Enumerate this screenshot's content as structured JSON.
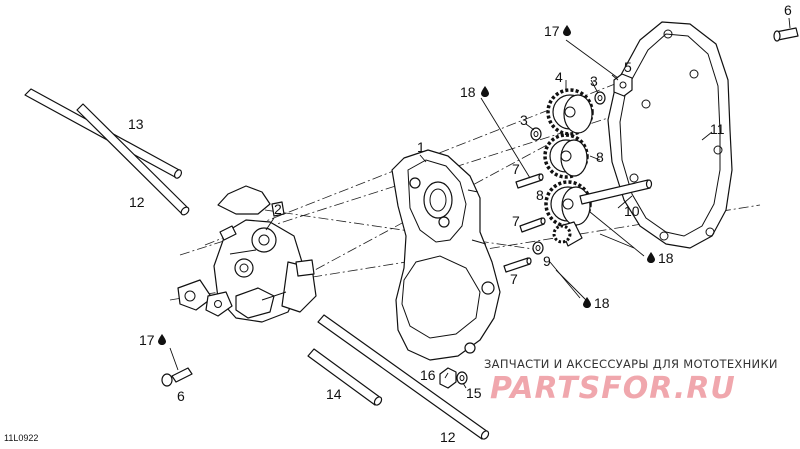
{
  "diagram_code": "11L0922",
  "watermark": {
    "caption": "ЗАПЧАСТИ И АКСЕССУАРЫ ДЛЯ МОТОТЕХНИКИ",
    "brand": "PARTSFOR.RU"
  },
  "callouts": [
    {
      "id": "c1",
      "text": "1"
    },
    {
      "id": "c2",
      "text": "2"
    },
    {
      "id": "c3a",
      "text": "3"
    },
    {
      "id": "c3b",
      "text": "3"
    },
    {
      "id": "c4",
      "text": "4"
    },
    {
      "id": "c5",
      "text": "5"
    },
    {
      "id": "c6a",
      "text": "6"
    },
    {
      "id": "c6b",
      "text": "6"
    },
    {
      "id": "c7a",
      "text": "7"
    },
    {
      "id": "c7b",
      "text": "7"
    },
    {
      "id": "c7c",
      "text": "7"
    },
    {
      "id": "c8a",
      "text": "8"
    },
    {
      "id": "c8b",
      "text": "8"
    },
    {
      "id": "c9",
      "text": "9"
    },
    {
      "id": "c10",
      "text": "10"
    },
    {
      "id": "c11",
      "text": "11"
    },
    {
      "id": "c12a",
      "text": "12"
    },
    {
      "id": "c12b",
      "text": "12"
    },
    {
      "id": "c13",
      "text": "13"
    },
    {
      "id": "c14",
      "text": "14"
    },
    {
      "id": "c15",
      "text": "15"
    },
    {
      "id": "c16",
      "text": "16"
    },
    {
      "id": "c17a",
      "text": "17"
    },
    {
      "id": "c17b",
      "text": "17"
    },
    {
      "id": "c18a",
      "text": "18"
    },
    {
      "id": "c18b",
      "text": "18"
    },
    {
      "id": "c18c",
      "text": "18"
    }
  ]
}
